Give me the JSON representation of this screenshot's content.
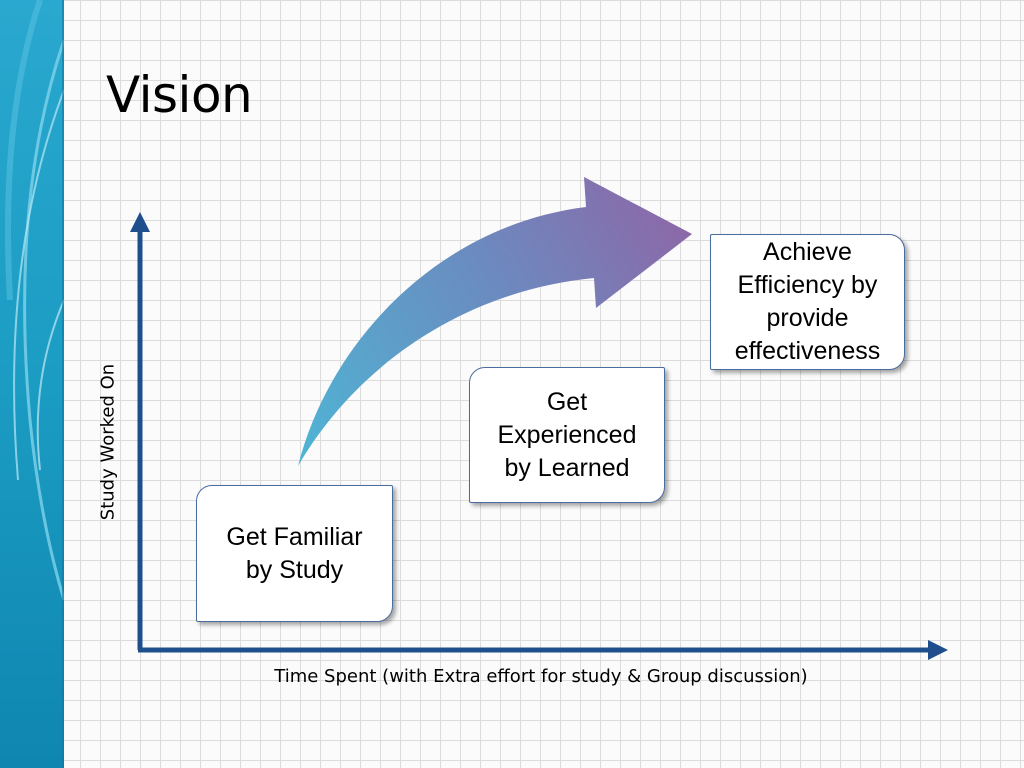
{
  "slide": {
    "title": "Vision"
  },
  "diagram": {
    "y_axis_label": "Study Worked On",
    "x_axis_label": "Time Spent (with Extra effort for study & Group discussion)",
    "stages": [
      {
        "label": "Get Familiar\nby Study"
      },
      {
        "label": "Get\nExperienced\nby Learned"
      },
      {
        "label": "Achieve\nEfficiency by\nprovide\neffectiveness"
      }
    ],
    "colors": {
      "axis": "#1f4e8c",
      "arrow_start": "#5bb5d4",
      "arrow_end": "#8a6aaa",
      "box_border": "#4a6da0",
      "side_band": "#1ea3c6"
    }
  }
}
